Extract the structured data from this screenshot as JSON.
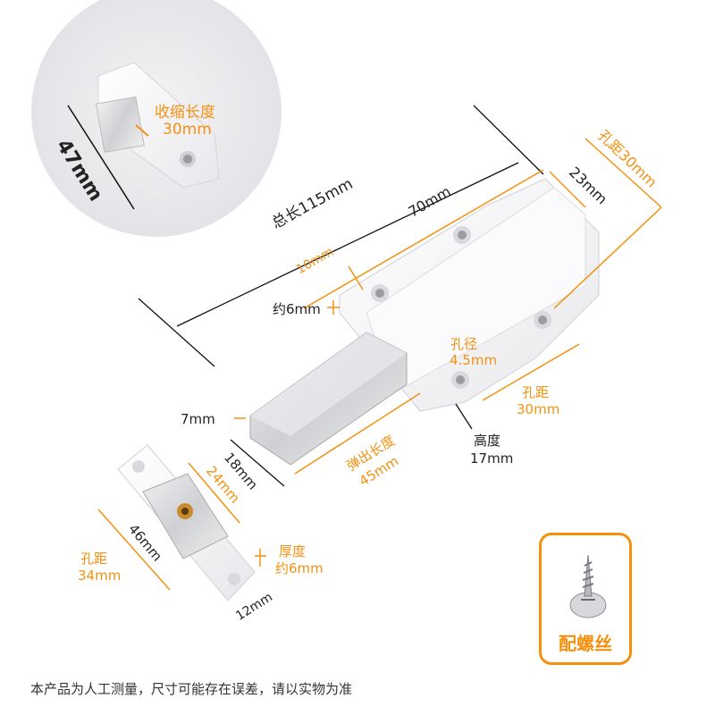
{
  "dimensions": {
    "inset_height": "47mm",
    "retract_label": "收缩长度",
    "retract_value": "30mm",
    "total_length": "总长115mm",
    "body_length": "70mm",
    "hole_spacing_side": "孔距30mm",
    "width": "23mm",
    "offset": "10mm",
    "approx_6mm": "约6mm",
    "hole_dia_label": "孔径",
    "hole_dia_value": "4.5mm",
    "hole_spacing_label": "孔距",
    "hole_spacing_value": "30mm",
    "pin_7mm": "7mm",
    "height_label": "高度",
    "height_value": "17mm",
    "pin_18mm": "18mm",
    "extend_label": "弹出长度",
    "extend_value": "45mm",
    "plate_24mm": "24mm",
    "plate_46mm": "46mm",
    "plate_hole_label": "孔距",
    "plate_hole_value": "34mm",
    "thickness_label": "厚度",
    "thickness_value": "约6mm",
    "plate_12mm": "12mm"
  },
  "accessory": {
    "screw_label": "配螺丝"
  },
  "footer": "本产品为人工测量，尺寸可能存在误差，请以实物为准",
  "colors": {
    "accent": "#f5900f",
    "plastic": "#f4f4f6",
    "metal": "#d8d8da"
  }
}
